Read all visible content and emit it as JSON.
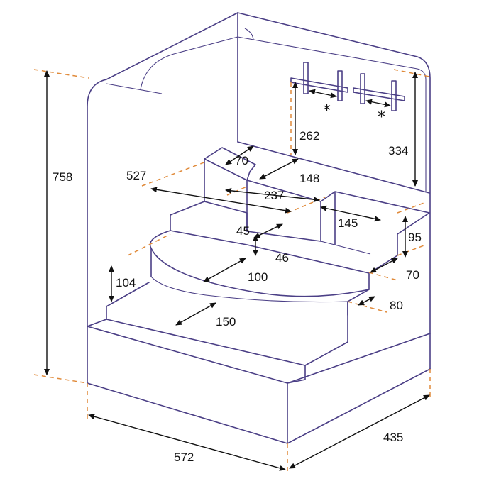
{
  "dimensions": {
    "total_height": "758",
    "width": "572",
    "depth": "435",
    "side_depth": "527",
    "upper_step_depth": "70",
    "upper_step_width": "148",
    "upper_step_gap": "237",
    "right_block_width": "145",
    "right_block_height": "95",
    "right_block_depth": "70",
    "mid_step_rise": "45",
    "mid_step_depth": "46",
    "curved_step_depth": "100",
    "curved_step_overhang": "80",
    "lower_step_height": "104",
    "lower_step_depth": "150",
    "rail_height_262": "262",
    "rail_height_334": "334",
    "rail_mark_1": "*",
    "rail_mark_2": "*"
  },
  "colors": {
    "outline": "#4b3f86",
    "extension": "#e08a3a",
    "dimension": "#111111"
  }
}
